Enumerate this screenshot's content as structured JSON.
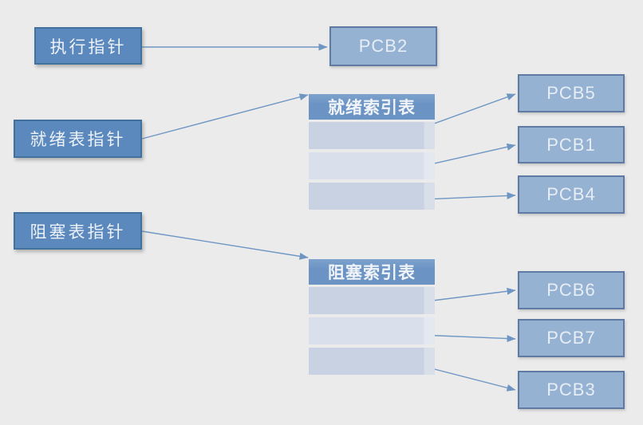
{
  "colors": {
    "background": "#ebebeb",
    "pointer_box_fill": "#5b88bd",
    "pointer_box_border": "#41719c",
    "pcb_box_fill": "#95b2d3",
    "pcb_box_border": "#5f7ba3",
    "table_header_fill": "#6b93c4",
    "table_row_dark": "#c9d2e2",
    "table_row_light": "#dae0eb",
    "arrow": "#6f96c3"
  },
  "pointers": {
    "running": {
      "label": "执行指针"
    },
    "ready": {
      "label": "就绪表指针"
    },
    "blocked": {
      "label": "阻塞表指针"
    }
  },
  "tables": {
    "ready": {
      "title": "就绪索引表"
    },
    "blocked": {
      "title": "阻塞索引表"
    }
  },
  "pcbs": {
    "running": "PCB2",
    "ready": [
      "PCB5",
      "PCB1",
      "PCB4"
    ],
    "blocked": [
      "PCB6",
      "PCB7",
      "PCB3"
    ]
  }
}
